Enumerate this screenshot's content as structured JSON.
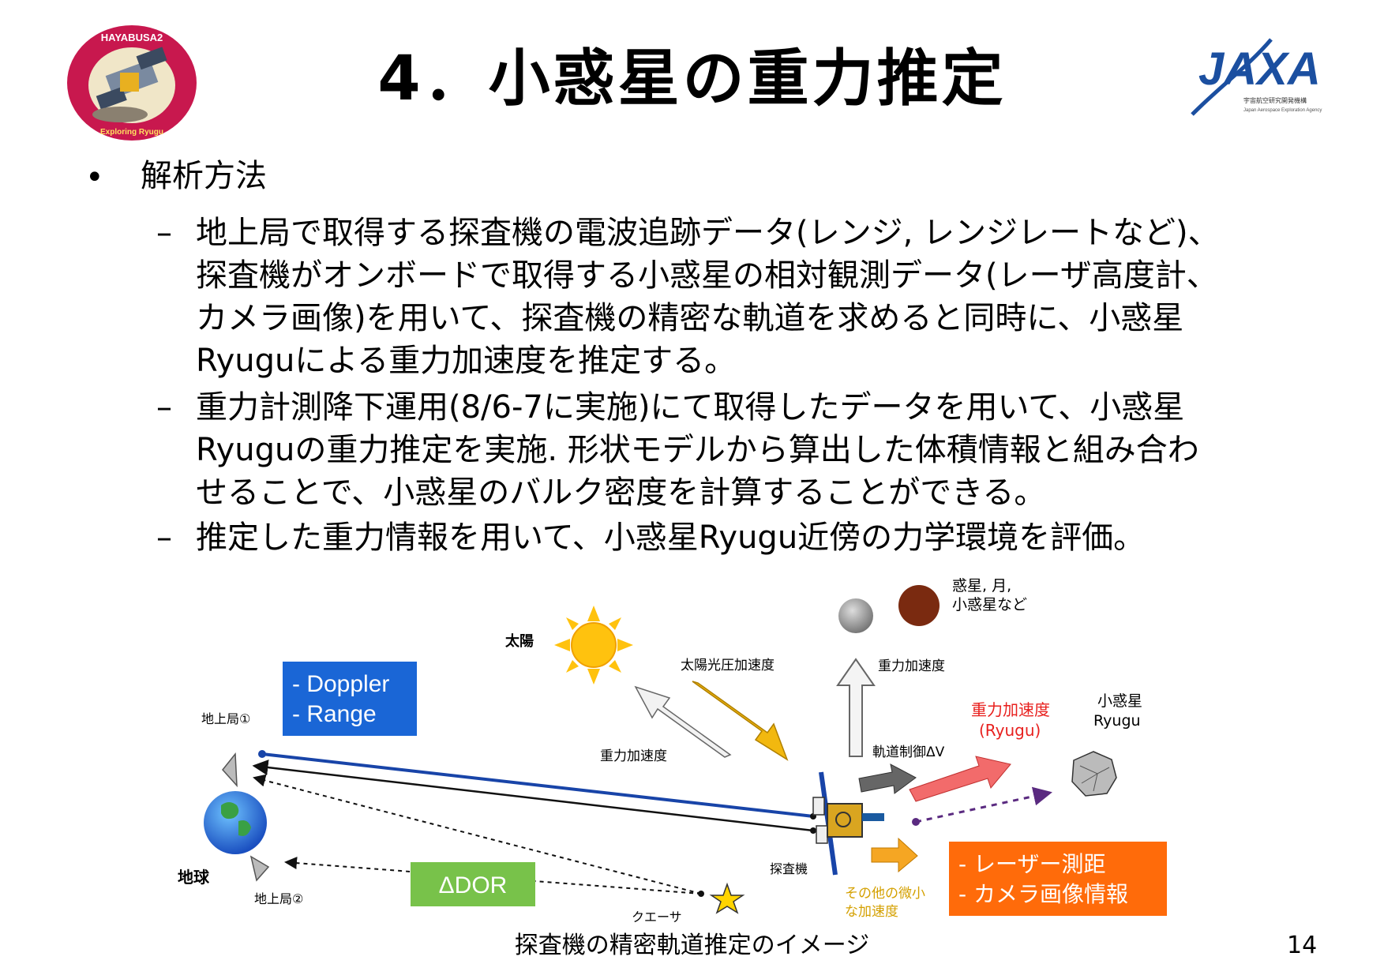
{
  "slide": {
    "title": "4．小惑星の重力推定",
    "page_number": "14",
    "caption": "探査機の精密軌道推定のイメージ"
  },
  "logos": {
    "hayabusa": {
      "text": "HAYABUSA2",
      "arc_text": "Exploring Ryugu",
      "bg_color": "#c8184e"
    },
    "jaxa": {
      "text": "JAXA",
      "sub_jp": "宇宙航空研究開発機構",
      "sub_en": "Japan Aerospace Exploration Agency",
      "color": "#1b4fa0"
    }
  },
  "content": {
    "bullet": "•",
    "heading": "解析方法",
    "dash": "–",
    "items": [
      "地上局で取得する探査機の電波追跡データ(レンジ, レンジレートなど)、\n探査機がオンボードで取得する小惑星の相対観測データ(レーザ高度計、\nカメラ画像)を用いて、探査機の精密な軌道を求めると同時に、小惑星\nRyuguによる重力加速度を推定する。",
      "重力計測降下運用(8/6-7に実施)にて取得したデータを用いて、小惑星\nRyuguの重力推定を実施. 形状モデルから算出した体積情報と組み合わ\nせることで、小惑星のバルク密度を計算することができる。",
      "推定した重力情報を用いて、小惑星Ryugu近傍の力学環境を評価。"
    ]
  },
  "diagram": {
    "sun_label": "太陽",
    "planets_label_1": "惑星, 月,",
    "planets_label_2": "小惑星など",
    "srp_label": "太陽光圧加速度",
    "gravity_up_label": "重力加速度",
    "gravity_sun_label": "重力加速度",
    "gravity_ryugu_label_1": "重力加速度",
    "gravity_ryugu_label_2": "(Ryugu)",
    "ryugu_label_1": "小惑星",
    "ryugu_label_2": "Ryugu",
    "dv_label": "軌道制御ΔV",
    "station1_label": "地上局①",
    "station2_label": "地上局②",
    "earth_label": "地球",
    "spacecraft_label": "探査機",
    "quasar_label": "クエーサ",
    "other_accel_label_1": "その他の微小",
    "other_accel_label_2": "な加速度",
    "doppler_box_1": "- Doppler",
    "doppler_box_2": "- Range",
    "ddor_box": "ΔDOR",
    "laser_box_1": "- レーザー測距",
    "laser_box_2": "- カメラ画像情報",
    "colors": {
      "doppler_box": "#1a66d6",
      "ddor_box": "#78c24a",
      "laser_box": "#ff6b0a",
      "sun": "#ffc20e",
      "srp_arrow": "#f2b80f",
      "ryugu_gravity_arrow": "#f26b6b",
      "ryugu_gravity_text": "#e8201e",
      "link_blue": "#1844a8",
      "link_purple": "#5a2a80",
      "other_accel_arrow": "#f5a623",
      "other_accel_text": "#d4a000"
    }
  }
}
